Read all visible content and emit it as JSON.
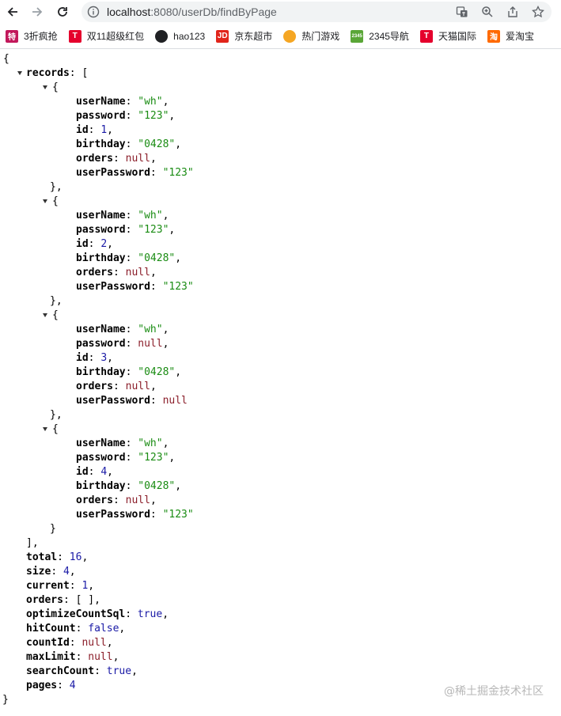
{
  "browser": {
    "url_host": "localhost",
    "url_path": ":8080/userDb/findByPage",
    "bookmarks": [
      {
        "icon_text": "特",
        "label": "3折疯抢",
        "color": "#c2185b"
      },
      {
        "icon_text": "T",
        "label": "双11超级红包",
        "color": "#e5002d"
      },
      {
        "icon_text": "",
        "label": "hao123",
        "color": "#202124"
      },
      {
        "icon_text": "JD",
        "label": "京东超市",
        "color": "#e1251b"
      },
      {
        "icon_text": "",
        "label": "热门游戏",
        "color": "#f5a623"
      },
      {
        "icon_text": "2345",
        "label": "2345导航",
        "color": "#5aa637"
      },
      {
        "icon_text": "T",
        "label": "天猫国际",
        "color": "#e5002d"
      },
      {
        "icon_text": "淘",
        "label": "爱淘宝",
        "color": "#ff6a00"
      }
    ]
  },
  "json": {
    "records_key": "records",
    "records": [
      {
        "userName": "\"wh\"",
        "password": "\"123\"",
        "id": "1",
        "birthday": "\"0428\"",
        "orders": "null",
        "userPassword": "\"123\""
      },
      {
        "userName": "\"wh\"",
        "password": "\"123\"",
        "id": "2",
        "birthday": "\"0428\"",
        "orders": "null",
        "userPassword": "\"123\""
      },
      {
        "userName": "\"wh\"",
        "password": "null",
        "id": "3",
        "birthday": "\"0428\"",
        "orders": "null",
        "userPassword": "null"
      },
      {
        "userName": "\"wh\"",
        "password": "\"123\"",
        "id": "4",
        "birthday": "\"0428\"",
        "orders": "null",
        "userPassword": "\"123\""
      }
    ],
    "fields": [
      {
        "key": "total",
        "value": "16",
        "type": "num"
      },
      {
        "key": "size",
        "value": "4",
        "type": "num"
      },
      {
        "key": "current",
        "value": "1",
        "type": "num"
      },
      {
        "key": "orders",
        "value": "[ ]",
        "type": "punct"
      },
      {
        "key": "optimizeCountSql",
        "value": "true",
        "type": "bool"
      },
      {
        "key": "hitCount",
        "value": "false",
        "type": "bool"
      },
      {
        "key": "countId",
        "value": "null",
        "type": "nul"
      },
      {
        "key": "maxLimit",
        "value": "null",
        "type": "nul"
      },
      {
        "key": "searchCount",
        "value": "true",
        "type": "bool"
      },
      {
        "key": "pages",
        "value": "4",
        "type": "num"
      }
    ]
  },
  "watermark": "@稀土掘金技术社区"
}
